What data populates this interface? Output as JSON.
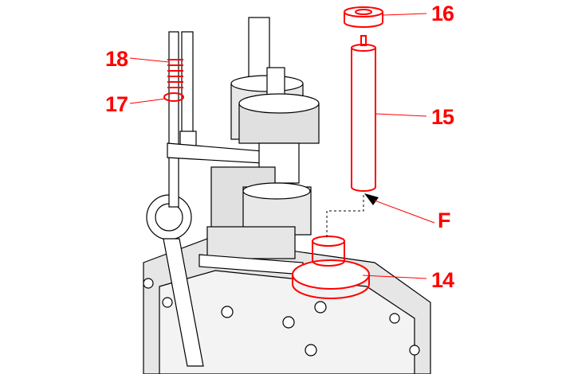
{
  "callouts": {
    "c16": "16",
    "c18": "18",
    "c17": "17",
    "c15": "15",
    "cF": "F",
    "c14": "14"
  },
  "colors": {
    "highlight": "#ff0000",
    "line": "#000000",
    "shade": "#d9d9d9"
  }
}
